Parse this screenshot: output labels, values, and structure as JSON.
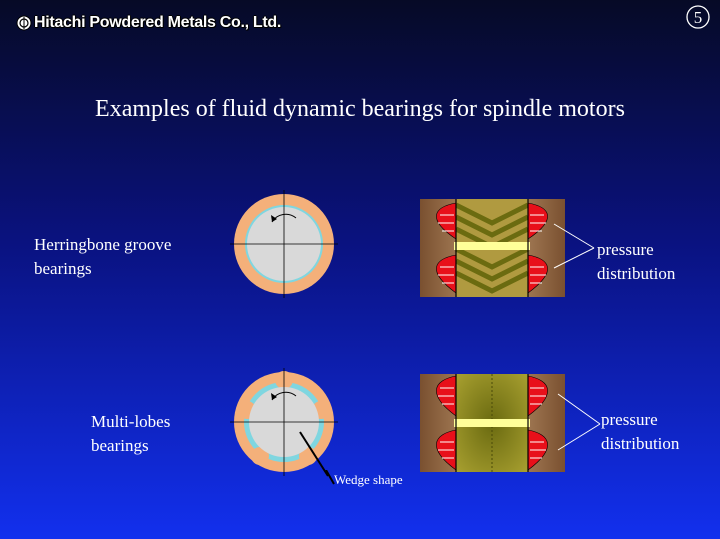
{
  "header": {
    "company": "Hitachi Powdered Metals Co., Ltd.",
    "page_number": "5"
  },
  "title": "Examples of fluid dynamic bearings for spindle motors",
  "herringbone": {
    "label_line1": "Herringbone groove",
    "label_line2": "bearings",
    "pressure_line1": "pressure",
    "pressure_line2": "distribution"
  },
  "multilobe": {
    "label_line1": "Multi-lobes",
    "label_line2": "bearings",
    "pressure_line1": "pressure",
    "pressure_line2": "distribution",
    "wedge_label": "Wedge shape"
  },
  "colors": {
    "bearing_ring": "#f4b07a",
    "shaft": "#d9d9d9",
    "pressure_red": "#e8101a",
    "sleeve_wood": "#a07850",
    "groove_olive": "#8a8a1a"
  }
}
